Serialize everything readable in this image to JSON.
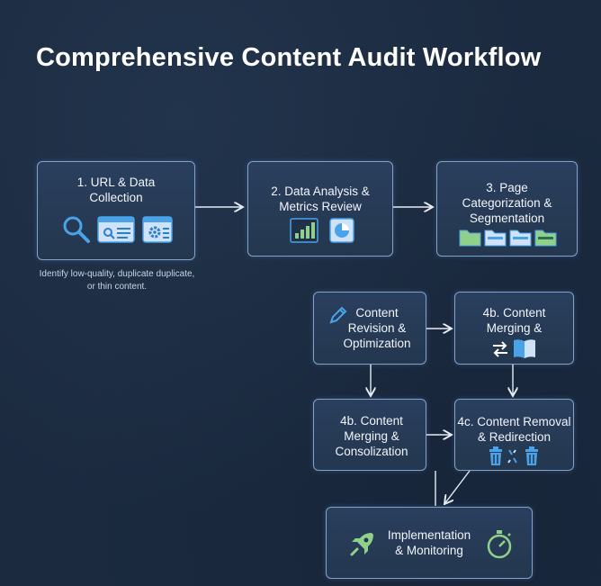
{
  "title": "Comprehensive Content Audit Workflow",
  "nodes": {
    "url_collection": "1. URL & Data Collection",
    "data_analysis": "2. Data Analysis & Metrics Review",
    "categorization": "3. Page Categorization & Segmentation",
    "revision": "Content Revision & Optimization",
    "merging_top": "4b. Content Merging &",
    "merging_bottom": "4b. Content Merging & Consolization",
    "removal": "4c. Content Removal & Redirection",
    "implementation": "Implementation & Monitoring"
  },
  "note": "Identify low-quality, duplicate duplicate, or thin content.",
  "colors": {
    "background": "#1b2a3f",
    "node_fill": "#263a55",
    "node_border": "#7fa3cf",
    "icon_blue": "#4aa3e8",
    "icon_green": "#8fd18a"
  }
}
